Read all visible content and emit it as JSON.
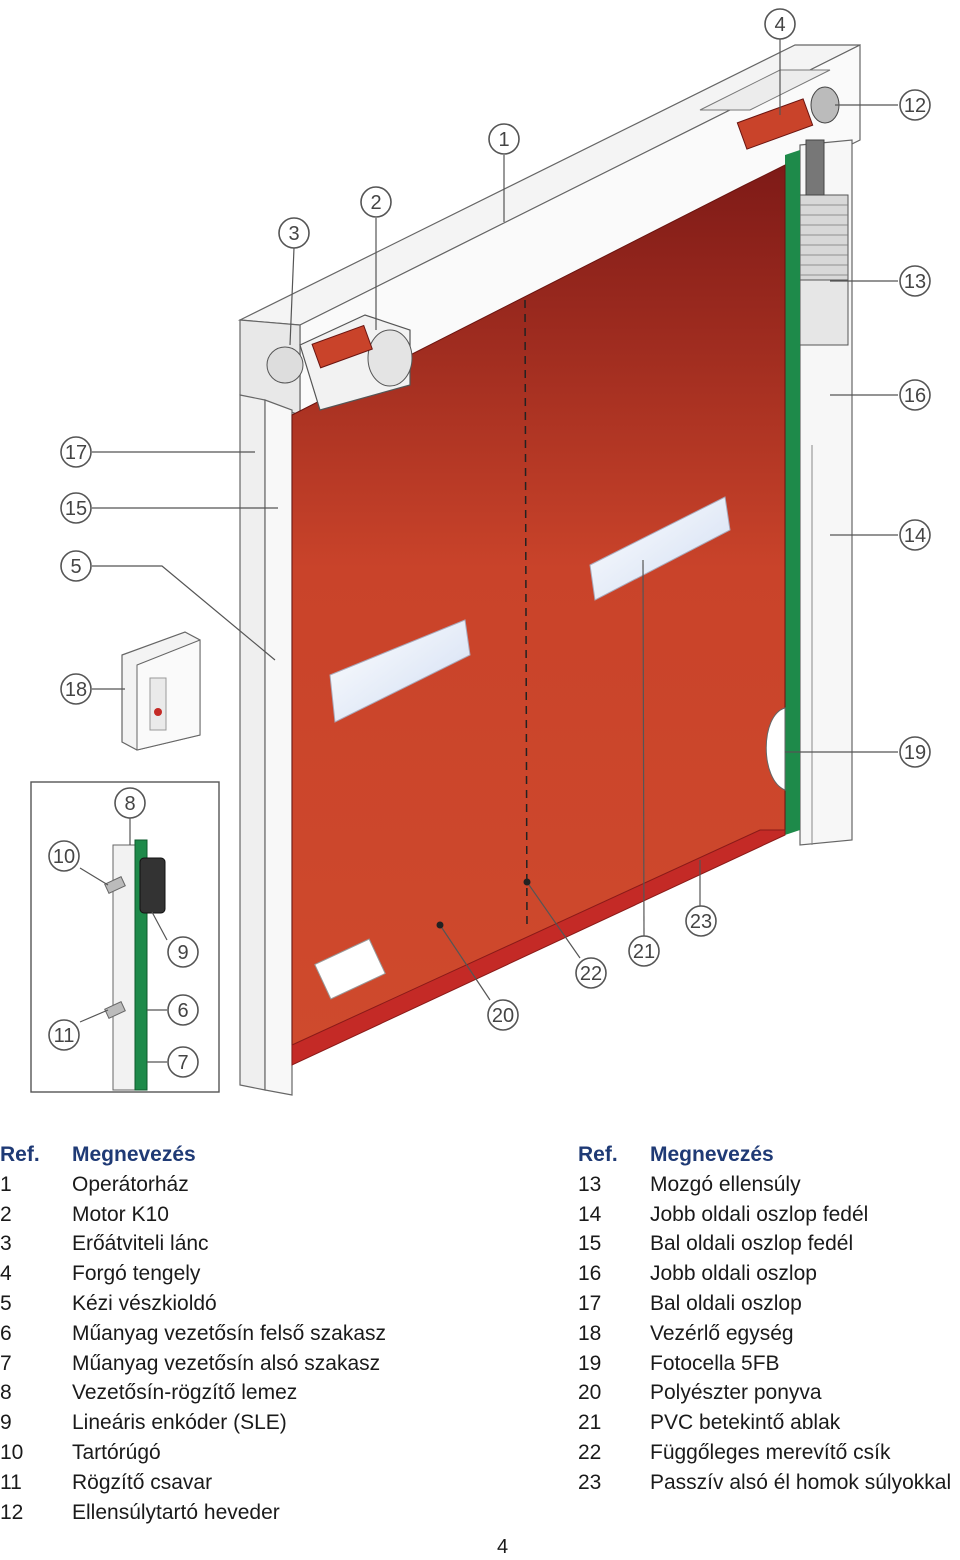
{
  "legend": {
    "header": {
      "ref": "Ref.",
      "name": "Megnevezés"
    },
    "left": [
      {
        "ref": "1",
        "name": "Operátorház"
      },
      {
        "ref": "2",
        "name": "Motor K10"
      },
      {
        "ref": "3",
        "name": "Erőátviteli lánc"
      },
      {
        "ref": "4",
        "name": "Forgó tengely"
      },
      {
        "ref": "5",
        "name": "Kézi vészkioldó"
      },
      {
        "ref": "6",
        "name": "Műanyag vezetősín felső szakasz"
      },
      {
        "ref": "7",
        "name": "Műanyag vezetősín alsó szakasz"
      },
      {
        "ref": "8",
        "name": "Vezetősín-rögzítő lemez"
      },
      {
        "ref": "9",
        "name": "Lineáris enkóder (SLE)"
      },
      {
        "ref": "10",
        "name": "Tartórúgó"
      },
      {
        "ref": "11",
        "name": "Rögzítő csavar"
      },
      {
        "ref": "12",
        "name": "Ellensúlytartó heveder"
      }
    ],
    "right": [
      {
        "ref": "13",
        "name": "Mozgó ellensúly"
      },
      {
        "ref": "14",
        "name": "Jobb oldali oszlop fedél"
      },
      {
        "ref": "15",
        "name": "Bal oldali oszlop fedél"
      },
      {
        "ref": "16",
        "name": "Jobb oldali oszlop"
      },
      {
        "ref": "17",
        "name": "Bal oldali oszlop"
      },
      {
        "ref": "18",
        "name": "Vezérlő egység"
      },
      {
        "ref": "19",
        "name": "Fotocella 5FB"
      },
      {
        "ref": "20",
        "name": "Polyészter ponyva"
      },
      {
        "ref": "21",
        "name": "PVC betekintő ablak"
      },
      {
        "ref": "22",
        "name": "Függőleges merevítő csík"
      },
      {
        "ref": "23",
        "name": "Passzív alsó él homok súlyokkal"
      }
    ]
  },
  "callouts": [
    "1",
    "2",
    "3",
    "4",
    "5",
    "6",
    "7",
    "8",
    "9",
    "10",
    "11",
    "12",
    "13",
    "14",
    "15",
    "16",
    "17",
    "18",
    "19",
    "20",
    "21",
    "22",
    "23"
  ],
  "page_number": "4",
  "colors": {
    "curtain": "#c9432a",
    "curtain_top": "#8a1f1a",
    "bottom_edge": "#c42a26",
    "guide": "#1e8a4a",
    "window": "#e6eefa",
    "heading": "#1f3a75"
  }
}
